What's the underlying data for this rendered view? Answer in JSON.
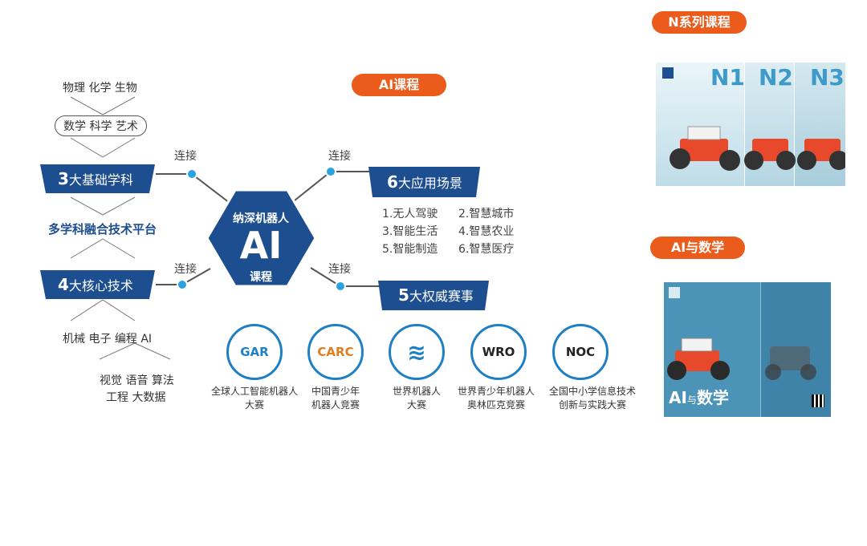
{
  "labels": {
    "ai_course": "AI课程",
    "n_series": "N系列课程",
    "ai_math": "AI与数学",
    "connect": "连接"
  },
  "left": {
    "subjects1": "物理  化学  生物",
    "subjects2": "数学  科学  艺术",
    "basic_num": "3",
    "basic_label": "大基础学科",
    "platform": "多学科融合技术平台",
    "core_num": "4",
    "core_label": "大核心技术",
    "tech1": "机械  电子 编程  AI",
    "tech2": "视觉  语音  算法",
    "tech3": "工程  大数据"
  },
  "hexagon": {
    "top": "纳深机器人",
    "main": "AI",
    "bottom": "课程"
  },
  "right": {
    "scene_num": "6",
    "scene_label": "大应用场景",
    "apps": [
      [
        "1.无人驾驶",
        "2.智慧城市"
      ],
      [
        "3.智能生活",
        "4.智慧农业"
      ],
      [
        "5.智能制造",
        "6.智慧医疗"
      ]
    ],
    "comp_num": "5",
    "comp_label": "大权威赛事"
  },
  "competitions": [
    {
      "logo": "GAR",
      "line1": "全球人工智能机器人",
      "line2": "大赛",
      "color": "#1d7fc4"
    },
    {
      "logo": "CARC",
      "line1": "中国青少年",
      "line2": "机器人竞赛",
      "color": "#e07b1e"
    },
    {
      "logo": "≋",
      "line1": "世界机器人",
      "line2": "大赛",
      "color": "#1d7fc4"
    },
    {
      "logo": "WRO",
      "line1": "世界青少年机器人",
      "line2": "奥林匹克竞赛",
      "color": "#222222"
    },
    {
      "logo": "NOC",
      "line1": "全国中小学信息技术",
      "line2": "创新与实践大赛",
      "color": "#222222"
    }
  ],
  "posters": {
    "n1": "N1",
    "n2": "N2",
    "n3": "N3",
    "math_title_a": "AI",
    "math_title_b": "与",
    "math_title_c": "数学"
  },
  "colors": {
    "accent": "#ea5b1c",
    "navy": "#1d4e8f",
    "node": "#1d7fc4"
  }
}
